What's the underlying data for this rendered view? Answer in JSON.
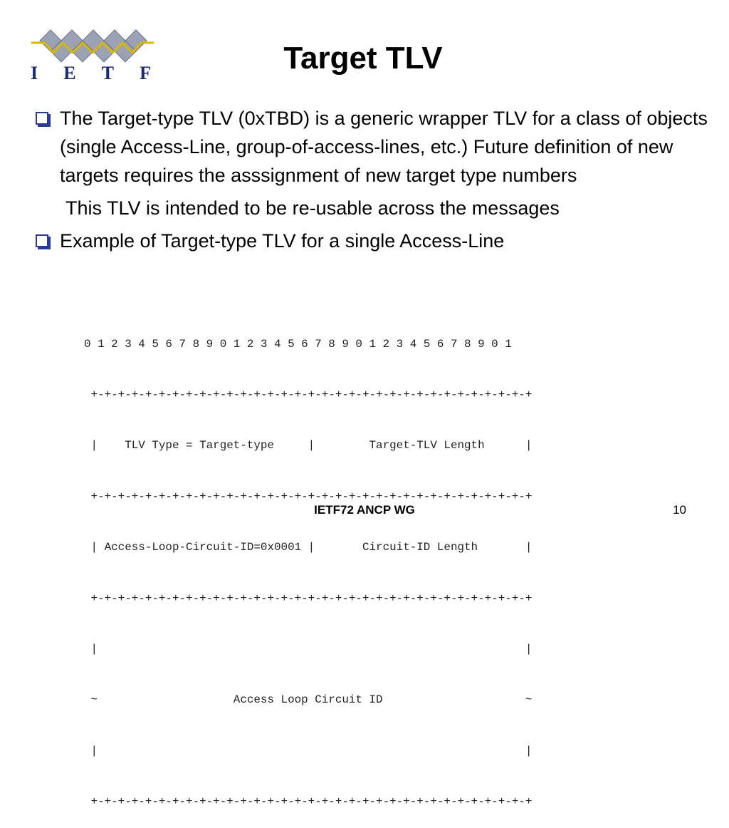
{
  "slide": {
    "title": "Target TLV",
    "logo_letters": [
      "I",
      "E",
      "T",
      "F"
    ],
    "bullets": [
      "The Target-type TLV (0xTBD) is a generic wrapper TLV for a class of objects (single Access-Line, group-of-access-lines, etc.) Future definition of new targets requires the asssignment of new target type numbers",
      "Example of Target-type TLV for a single Access-Line"
    ],
    "sub_text": "This TLV is intended to be re-usable across the messages",
    "diagram_lines": [
      "0 1 2 3 4 5 6 7 8 9 0 1 2 3 4 5 6 7 8 9 0 1 2 3 4 5 6 7 8 9 0 1",
      " +-+-+-+-+-+-+-+-+-+-+-+-+-+-+-+-+-+-+-+-+-+-+-+-+-+-+-+-+-+-+-+-+",
      " |    TLV Type = Target-type     |        Target-TLV Length      |",
      " +-+-+-+-+-+-+-+-+-+-+-+-+-+-+-+-+-+-+-+-+-+-+-+-+-+-+-+-+-+-+-+-+",
      " | Access-Loop-Circuit-ID=0x0001 |       Circuit-ID Length       |",
      " +-+-+-+-+-+-+-+-+-+-+-+-+-+-+-+-+-+-+-+-+-+-+-+-+-+-+-+-+-+-+-+-+",
      " |                                                               |",
      " ~                    Access Loop Circuit ID                     ~",
      " |                                                               |",
      " +-+-+-+-+-+-+-+-+-+-+-+-+-+-+-+-+-+-+-+-+-+-+-+-+-+-+-+-+-+-+-+-+"
    ],
    "footer": "IETF72 ANCP WG",
    "page_number": "10",
    "colors": {
      "logo_diamond": "#9aa2b4",
      "logo_line": "#d8b800",
      "logo_text": "#1a2a7a",
      "bullet_box": "#2a3a9a"
    }
  }
}
